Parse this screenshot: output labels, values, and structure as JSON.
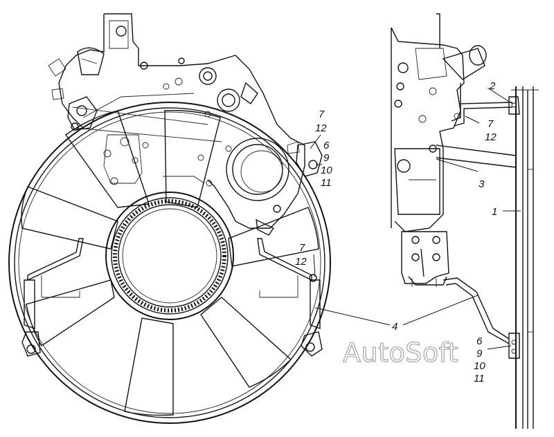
{
  "callouts": {
    "c1": "1",
    "c2": "2",
    "c3": "3",
    "c4": "4",
    "g_upper_left": [
      "7",
      "12"
    ],
    "g_mid_left": [
      "6",
      "9",
      "10",
      "11"
    ],
    "g_lower_left": [
      "7",
      "12"
    ],
    "g_upper_right": [
      "7",
      "12"
    ],
    "g_lower_right": [
      "6",
      "9",
      "10",
      "11"
    ]
  },
  "watermark": "AutoSoft"
}
